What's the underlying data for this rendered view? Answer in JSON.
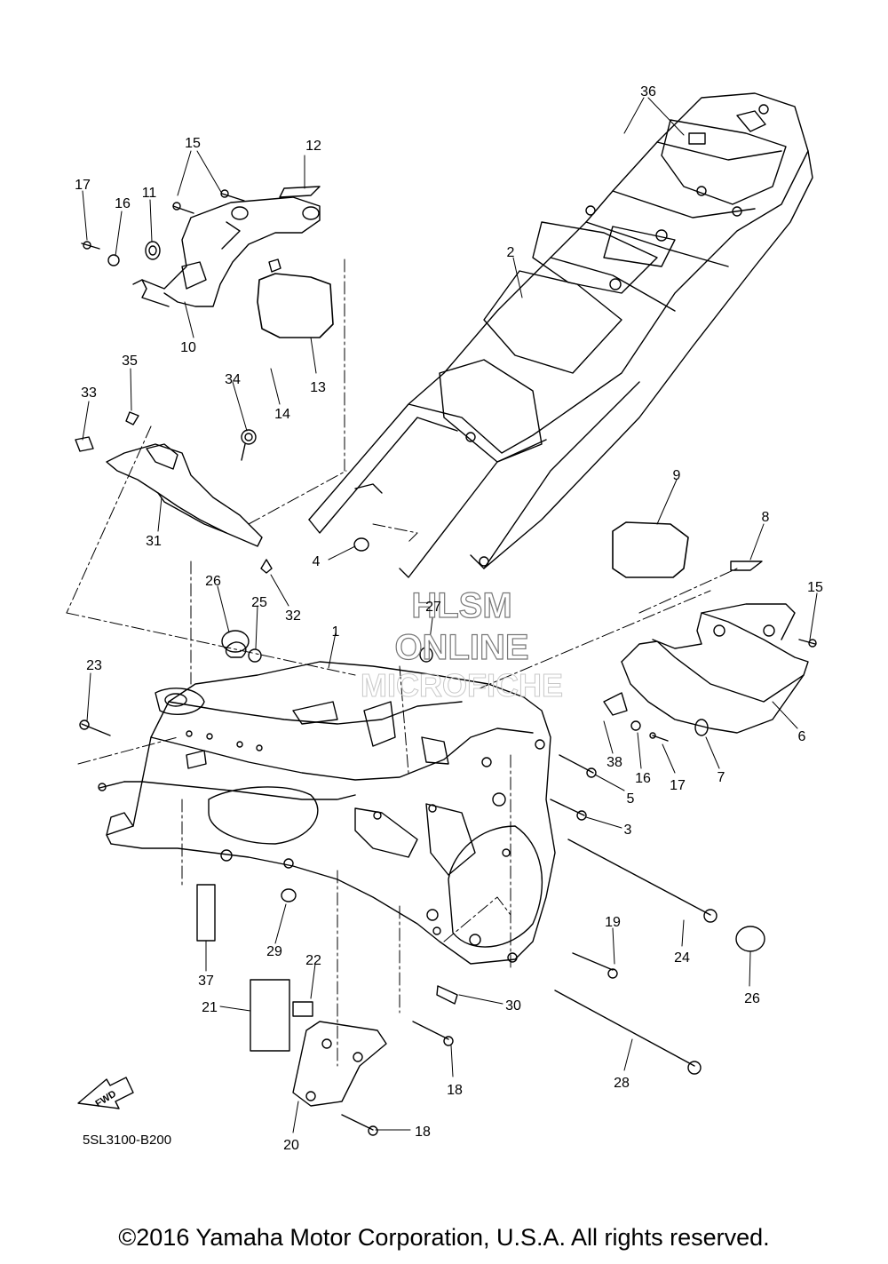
{
  "diagram": {
    "callouts": [
      {
        "id": "c36",
        "text": "36"
      },
      {
        "id": "c15a",
        "text": "15"
      },
      {
        "id": "c12",
        "text": "12"
      },
      {
        "id": "c17a",
        "text": "17"
      },
      {
        "id": "c16a",
        "text": "16"
      },
      {
        "id": "c11",
        "text": "11"
      },
      {
        "id": "c2",
        "text": "2"
      },
      {
        "id": "c10",
        "text": "10"
      },
      {
        "id": "c13",
        "text": "13"
      },
      {
        "id": "c14",
        "text": "14"
      },
      {
        "id": "c35",
        "text": "35"
      },
      {
        "id": "c33",
        "text": "33"
      },
      {
        "id": "c34",
        "text": "34"
      },
      {
        "id": "c9",
        "text": "9"
      },
      {
        "id": "c8",
        "text": "8"
      },
      {
        "id": "c31",
        "text": "31"
      },
      {
        "id": "c4",
        "text": "4"
      },
      {
        "id": "c15b",
        "text": "15"
      },
      {
        "id": "c26a",
        "text": "26"
      },
      {
        "id": "c25",
        "text": "25"
      },
      {
        "id": "c32",
        "text": "32"
      },
      {
        "id": "c27",
        "text": "27"
      },
      {
        "id": "c1",
        "text": "1"
      },
      {
        "id": "c23",
        "text": "23"
      },
      {
        "id": "c6",
        "text": "6"
      },
      {
        "id": "c38",
        "text": "38"
      },
      {
        "id": "c16b",
        "text": "16"
      },
      {
        "id": "c17b",
        "text": "17"
      },
      {
        "id": "c7",
        "text": "7"
      },
      {
        "id": "c5",
        "text": "5"
      },
      {
        "id": "c3",
        "text": "3"
      },
      {
        "id": "c19",
        "text": "19"
      },
      {
        "id": "c24",
        "text": "24"
      },
      {
        "id": "c29",
        "text": "29"
      },
      {
        "id": "c22",
        "text": "22"
      },
      {
        "id": "c37",
        "text": "37"
      },
      {
        "id": "c30",
        "text": "30"
      },
      {
        "id": "c26b",
        "text": "26"
      },
      {
        "id": "c21",
        "text": "21"
      },
      {
        "id": "c18a",
        "text": "18"
      },
      {
        "id": "c28",
        "text": "28"
      },
      {
        "id": "c20",
        "text": "20"
      },
      {
        "id": "c18b",
        "text": "18"
      }
    ],
    "fwd_label": "FWD",
    "diagram_code": "5SL3100-B200",
    "watermark": [
      "HLSM",
      "ONLINE",
      "MICROFICHE"
    ]
  },
  "footer": {
    "copyright": "©2016 Yamaha Motor Corporation, U.S.A. All rights reserved."
  }
}
